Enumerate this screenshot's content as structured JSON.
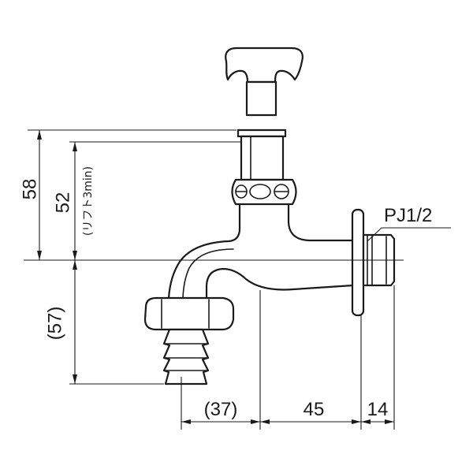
{
  "drawing": {
    "thread_label": "PJ1/2",
    "dimensions": {
      "height_total": "58",
      "height_lift": "52",
      "lift_note": "(リフト3min)",
      "spout_drop": "(57)",
      "spout_offset": "(37)",
      "body_to_wall": "45",
      "thread_length": "14"
    }
  },
  "colors": {
    "line": "#1a1a1a",
    "background": "#ffffff"
  }
}
